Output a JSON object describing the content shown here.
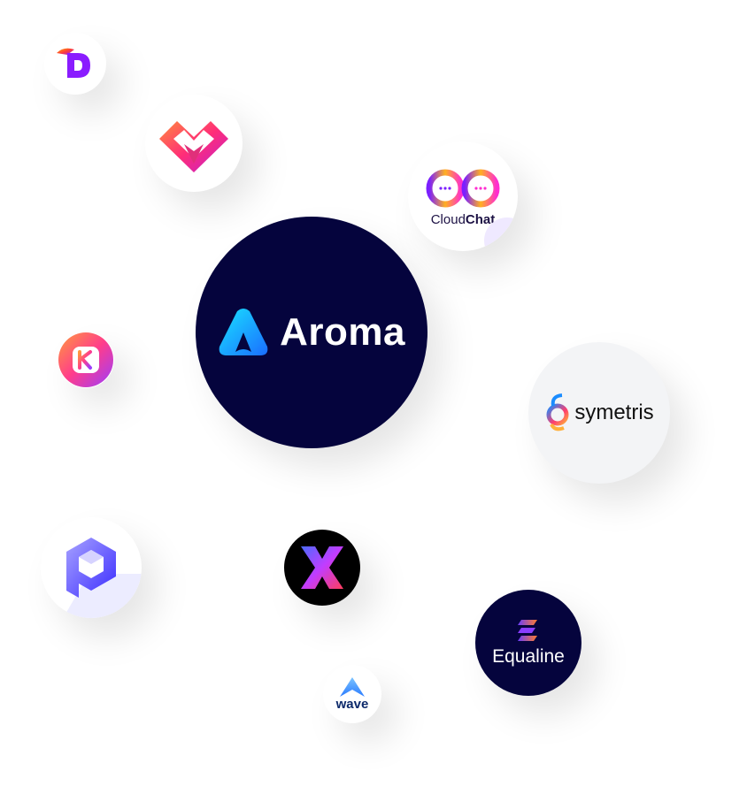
{
  "logos": {
    "d_logo": {
      "letter": "D"
    },
    "heart_logo": {},
    "cloudchat": {
      "part1": "Cloud",
      "part2": "Chat"
    },
    "aroma": {
      "name": "Aroma",
      "bg": "#05043d"
    },
    "k_logo": {
      "letter": "K"
    },
    "symetris": {
      "name": "symetris",
      "bg": "#f3f4f6"
    },
    "p_logo": {},
    "x_logo": {
      "bg": "#000000"
    },
    "equaline": {
      "name": "Equaline",
      "bg": "#05043d"
    },
    "wave": {
      "name": "wave"
    }
  }
}
